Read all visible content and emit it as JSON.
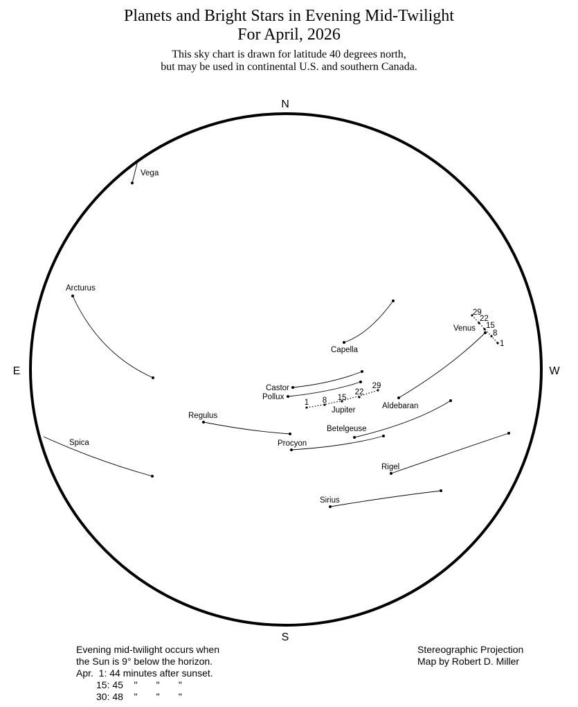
{
  "header": {
    "title_line1": "Planets and Bright Stars in Evening Mid-Twilight",
    "title_line2": "For April, 2026",
    "subtitle_line1": "This sky chart is drawn for latitude 40 degrees north,",
    "subtitle_line2": "but may be used in continental U.S. and southern Canada."
  },
  "compass": {
    "north": "N",
    "south": "S",
    "east": "E",
    "west": "W"
  },
  "stars": {
    "vega": "Vega",
    "arcturus": "Arcturus",
    "capella": "Capella",
    "castor": "Castor",
    "pollux": "Pollux",
    "aldebaran": "Aldebaran",
    "regulus": "Regulus",
    "betelgeuse": "Betelgeuse",
    "procyon": "Procyon",
    "spica": "Spica",
    "rigel": "Rigel",
    "sirius": "Sirius"
  },
  "planets": {
    "venus": {
      "name": "Venus",
      "dates": [
        "29",
        "22",
        "15",
        "8",
        "1"
      ]
    },
    "jupiter": {
      "name": "Jupiter",
      "dates": [
        "1",
        "8",
        "15",
        "22",
        "29"
      ]
    }
  },
  "footer": {
    "left_line1": "Evening mid-twilight occurs when",
    "left_line2": "the Sun is 9° below the horizon.",
    "left_line3": "Apr.  1: 44 minutes after sunset.",
    "left_line4": "15: 45    \"       \"       \"",
    "left_line5": "30: 48    \"       \"       \"",
    "right_line1": "Stereographic Projection",
    "right_line2": "Map by Robert D. Miller"
  }
}
